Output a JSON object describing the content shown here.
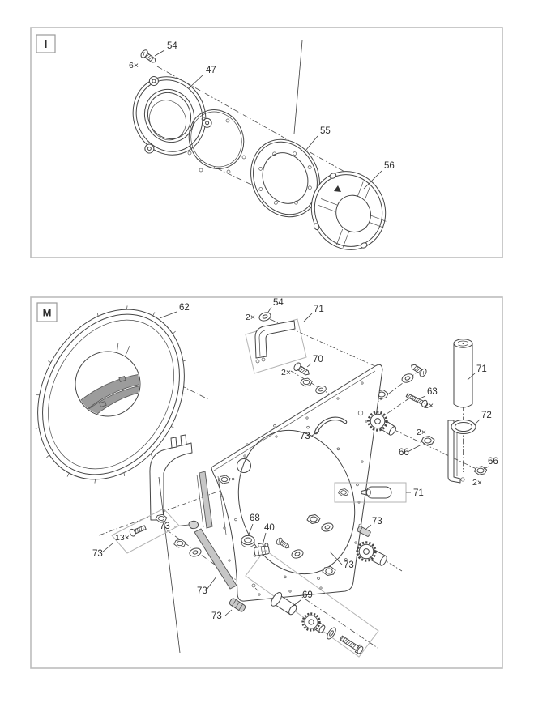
{
  "figure": {
    "type": "exploded-parts-diagram",
    "line_color": "#454545",
    "frame_color": "#bcbcbc",
    "highlight_gray": "#9c9c9c",
    "panel_top": {
      "letter": "I",
      "callouts": {
        "screw54": "54",
        "screw54_qty": "6×",
        "retaining_ring": "47",
        "flange": "55",
        "cover": "56"
      }
    },
    "panel_bottom": {
      "letter": "M",
      "callouts": {
        "disc": "62",
        "washer54": "54",
        "washer54_qty": "2×",
        "bracket71": "71",
        "screw70": "70",
        "screw70_qty": "2×",
        "screw63": "63",
        "screw63_qty": "2×",
        "cylinder71": "71",
        "holder72": "72",
        "nut66a": "66",
        "nut66a_qty": "2×",
        "nut66b": "66",
        "nut66b_qty": "2×",
        "capsule71": "71",
        "bushing68": "68",
        "clamp40": "40",
        "gearset69": "69",
        "screws13_qty": "13×",
        "strip73_a": "73",
        "strip73_b": "73",
        "strip73_c": "73",
        "strip73_d": "73",
        "strip73_e": "73",
        "strip73_f": "73",
        "strip73_g": "73"
      }
    }
  }
}
